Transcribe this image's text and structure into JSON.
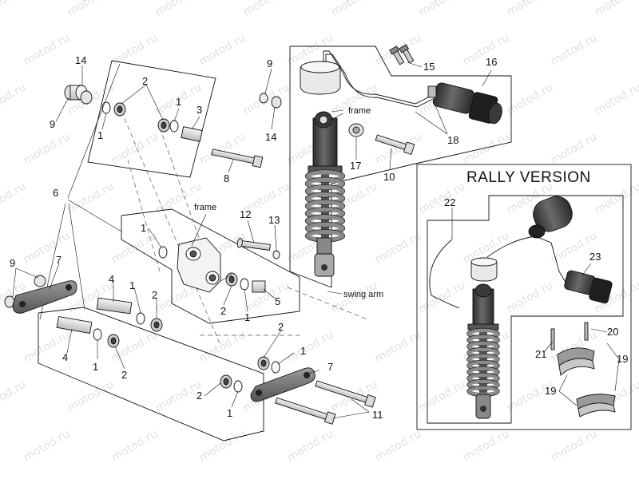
{
  "watermark": "motod.ru",
  "rally_title": "RALLY VERSION",
  "annotations": {
    "frame_top": "frame",
    "frame_mid": "frame",
    "swing_arm": "swing arm"
  },
  "callouts": {
    "c1a": "1",
    "c1b": "1",
    "c1c": "1",
    "c1d": "1",
    "c1e": "1",
    "c1f": "1",
    "c1g": "1",
    "c1h": "1",
    "c2a": "2",
    "c2b": "2",
    "c2c": "2",
    "c2d": "2",
    "c2e": "2",
    "c2f": "2",
    "c3": "3",
    "c4a": "4",
    "c4b": "4",
    "c5": "5",
    "c6": "6",
    "c7a": "7",
    "c7b": "7",
    "c8": "8",
    "c9a": "9",
    "c9b": "9",
    "c9c": "9",
    "c10": "10",
    "c11": "11",
    "c12": "12",
    "c13": "13",
    "c14a": "14",
    "c14b": "14",
    "c15": "15",
    "c16": "16",
    "c17": "17",
    "c18": "18",
    "c19a": "19",
    "c19b": "19",
    "c20": "20",
    "c21": "21",
    "c22": "22",
    "c23": "23"
  },
  "colors": {
    "spring": "#8a8a8a",
    "shock_body": "#4a4a4a",
    "reservoir": "#3a3a3a",
    "knob": "#2a2a2a",
    "bushing": "#d8d8d8",
    "link": "#7a7a7a"
  }
}
